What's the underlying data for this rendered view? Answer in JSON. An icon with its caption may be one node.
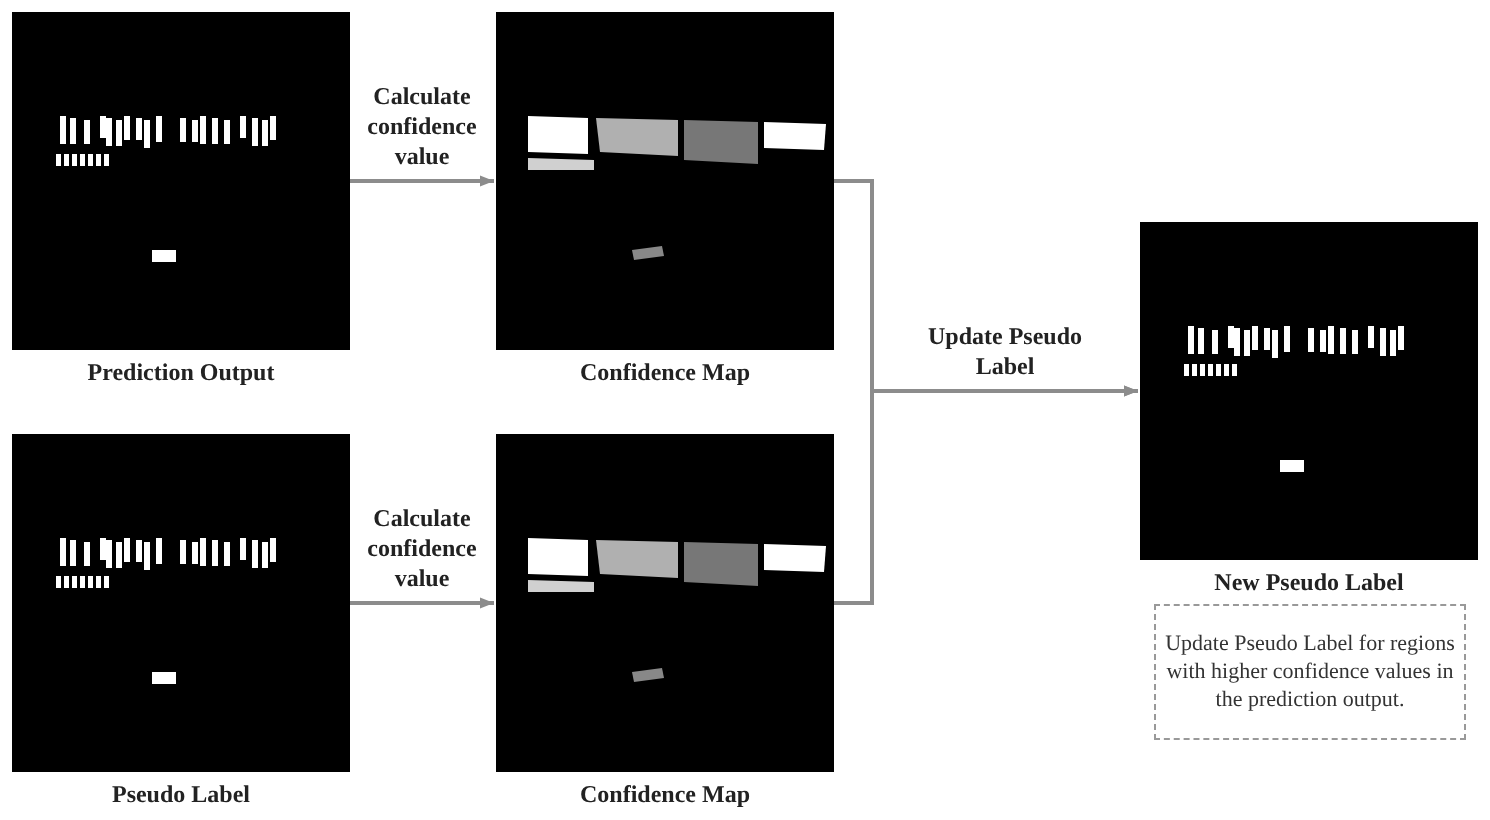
{
  "diagram": {
    "nodes": [
      {
        "text": [
          "Prediction Output"
        ]
      },
      {
        "text": [
          "Confidence Map"
        ]
      },
      {
        "text": [
          "Pseudo Label"
        ]
      },
      {
        "text": [
          "Confidence Map"
        ]
      },
      {
        "text": [
          "New Pseudo Label"
        ]
      },
      {
        "text": [
          "Update Pseudo Label for regions with higher confidence values in the prediction output."
        ]
      }
    ],
    "edges": [
      {
        "from": 0,
        "to": 1,
        "arrow": "to",
        "label": "Calculate confidence value"
      },
      {
        "from": 2,
        "to": 3,
        "arrow": "to",
        "label": "Calculate confidence value"
      },
      {
        "from": 1,
        "to": 4,
        "arrow": "to",
        "label": "Update Pseudo Label"
      },
      {
        "from": 3,
        "to": 4,
        "arrow": "to"
      }
    ]
  }
}
